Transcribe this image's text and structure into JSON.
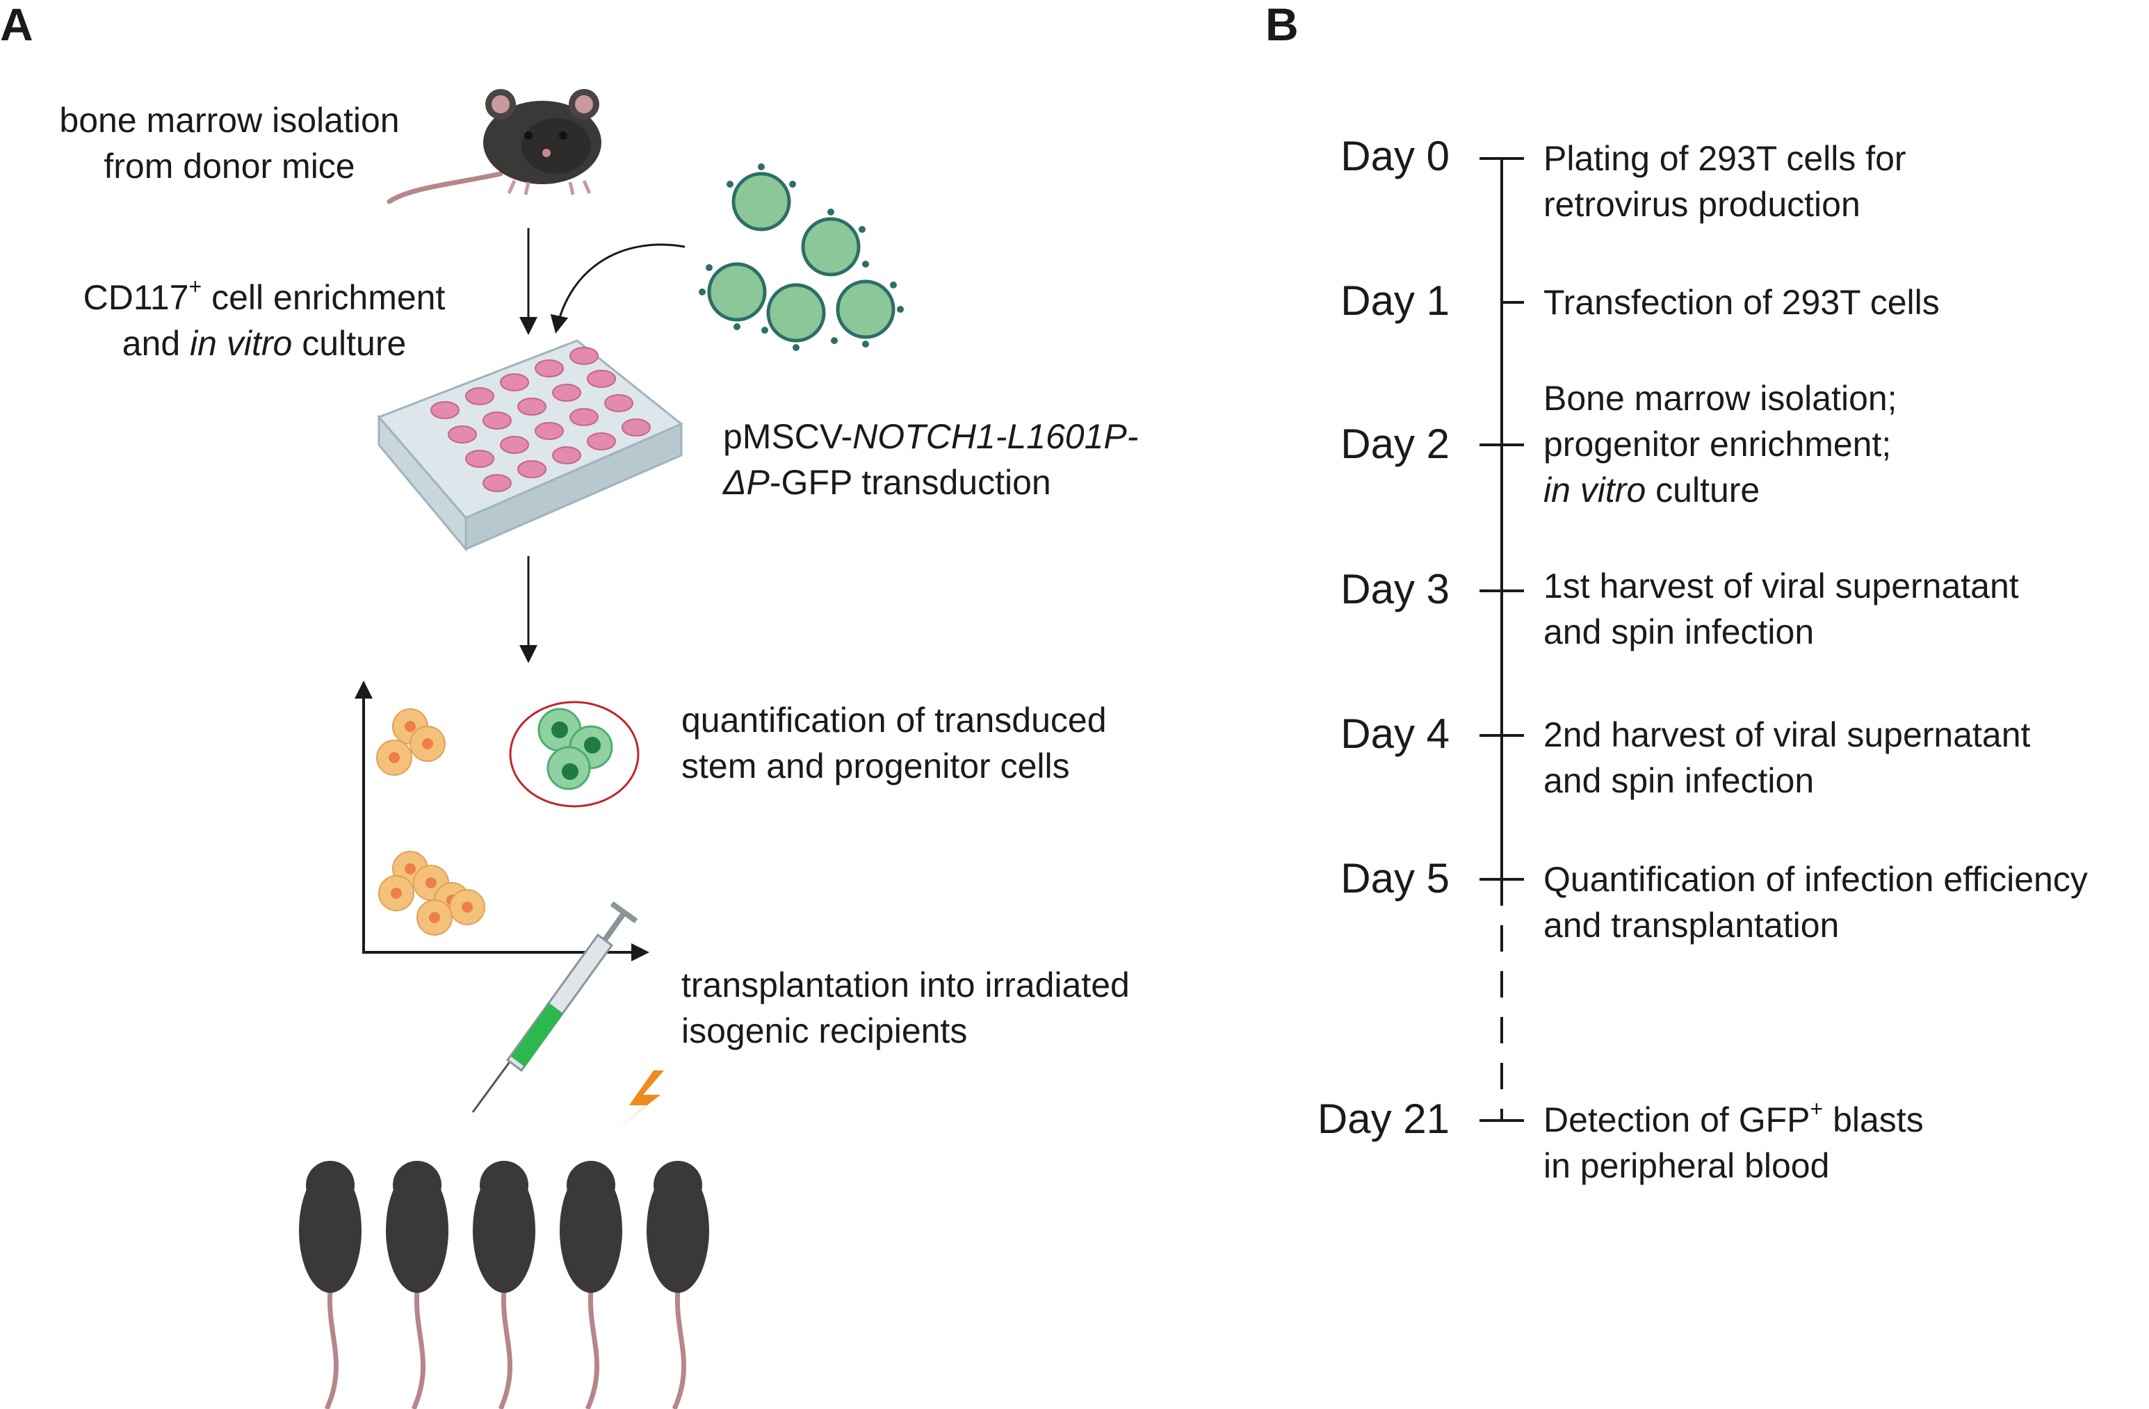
{
  "panel_a": {
    "label": "A",
    "bone_marrow": [
      "bone marrow isolation",
      "from donor mice"
    ],
    "enrichment": {
      "line1_prefix": "CD117",
      "line1_sup": "+",
      "line1_suffix": " cell enrichment",
      "line2_prefix": "and ",
      "line2_italic": "in vitro",
      "line2_suffix": " culture"
    },
    "transduction": {
      "line1_prefix": "pMSCV-",
      "line1_italic": "NOTCH1-L1601P-",
      "line2_italic": "ΔP",
      "line2_suffix": "-GFP transduction"
    },
    "quantification": [
      "quantification of transduced",
      "stem and progenitor cells"
    ],
    "transplantation": [
      "transplantation into irradiated",
      "isogenic recipients"
    ],
    "icons": [
      "mouse-icon",
      "virus-icon",
      "well-plate-icon",
      "cell-icon",
      "syringe-icon",
      "lightning-icon"
    ],
    "colors": {
      "virus": "#8cc79a",
      "plate_wells": "#e48aac",
      "cells_orange": "#f4c17b",
      "cells_green": "#4caf6e",
      "gate_circle": "#c0262b",
      "syringe_liquid": "#2db84e",
      "lightning": "#f08a1c",
      "mouse": "#3b3838"
    }
  },
  "panel_b": {
    "label": "B",
    "days": [
      {
        "day": "Day 0",
        "lines": [
          "Plating of 293T cells for",
          "retrovirus production"
        ]
      },
      {
        "day": "Day 1",
        "lines": [
          "Transfection of 293T cells"
        ]
      },
      {
        "day": "Day 2",
        "lines": [
          "Bone marrow isolation;",
          "progenitor enrichment;"
        ],
        "italic_line": "in vitro",
        "italic_suffix": " culture"
      },
      {
        "day": "Day 3",
        "lines": [
          "1st harvest of viral supernatant",
          "and spin infection"
        ]
      },
      {
        "day": "Day 4",
        "lines": [
          "2nd harvest of viral supernatant",
          "and spin infection"
        ]
      },
      {
        "day": "Day 5",
        "lines": [
          "Quantification of infection efficiency",
          "and transplantation"
        ]
      },
      {
        "day": "Day 21",
        "line1_prefix": "Detection of GFP",
        "line1_sup": "+",
        "line1_suffix": " blasts",
        "line2": "in peripheral blood"
      }
    ]
  }
}
